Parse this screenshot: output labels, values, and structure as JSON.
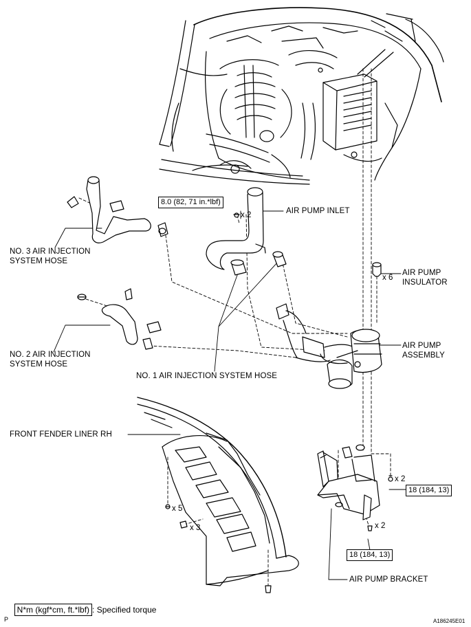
{
  "labels": {
    "air_pump_inlet": "AIR PUMP INLET",
    "no3_hose_l1": "NO. 3 AIR INJECTION",
    "no3_hose_l2": "SYSTEM HOSE",
    "air_pump_insulator_l1": "AIR PUMP",
    "air_pump_insulator_l2": "INSULATOR",
    "air_pump_assembly_l1": "AIR PUMP",
    "air_pump_assembly_l2": "ASSEMBLY",
    "no2_hose_l1": "NO. 2 AIR INJECTION",
    "no2_hose_l2": "SYSTEM HOSE",
    "no1_hose": "NO. 1 AIR INJECTION SYSTEM HOSE",
    "front_fender_liner": "FRONT FENDER LINER RH",
    "air_pump_bracket": "AIR PUMP BRACKET"
  },
  "torque": {
    "inlet_bolts": "8.0 (82, 71 in.*lbf)",
    "bracket_nuts": "18 (184, 13)",
    "bracket_bolts": "18 (184, 13)"
  },
  "quantities": {
    "inlet_bolts": "x 2",
    "insulator": "x 6",
    "bracket_nuts": "x 2",
    "bracket_bolts": "x 2",
    "fender_clips": "x 5",
    "fender_screws": "x 3"
  },
  "legend": {
    "box_text": "N*m (kgf*cm, ft.*lbf)",
    "description": ": Specified torque"
  },
  "footer": {
    "left_code": "P",
    "figure_id": "A186245E01"
  }
}
